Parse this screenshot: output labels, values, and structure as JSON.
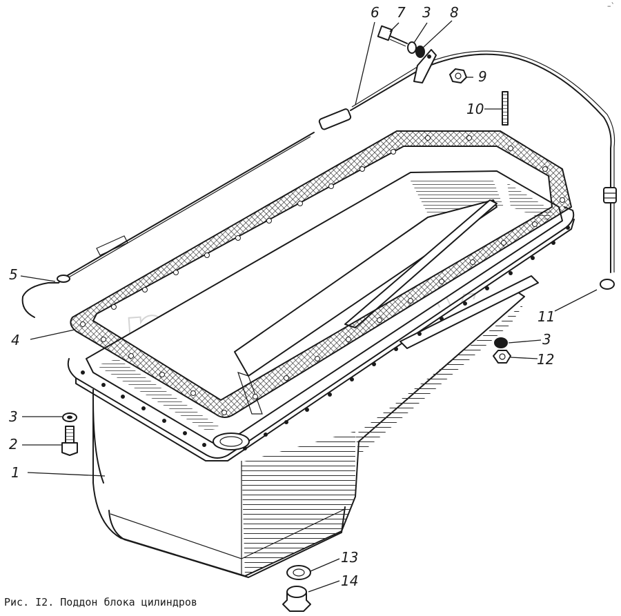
{
  "caption": "Рис. I2. Поддон блока цилиндров",
  "watermark": "mazik.by",
  "corner_mark": "–`",
  "callouts": [
    {
      "id": "c1",
      "number": "1"
    },
    {
      "id": "c2",
      "number": "2"
    },
    {
      "id": "c3a",
      "number": "3"
    },
    {
      "id": "c3b",
      "number": "3"
    },
    {
      "id": "c3c",
      "number": "3"
    },
    {
      "id": "c4",
      "number": "4"
    },
    {
      "id": "c5",
      "number": "5"
    },
    {
      "id": "c6",
      "number": "6"
    },
    {
      "id": "c7",
      "number": "7"
    },
    {
      "id": "c8",
      "number": "8"
    },
    {
      "id": "c9",
      "number": "9"
    },
    {
      "id": "c10",
      "number": "10"
    },
    {
      "id": "c11",
      "number": "11"
    },
    {
      "id": "c12",
      "number": "12"
    },
    {
      "id": "c13",
      "number": "13"
    },
    {
      "id": "c14",
      "number": "14"
    }
  ]
}
